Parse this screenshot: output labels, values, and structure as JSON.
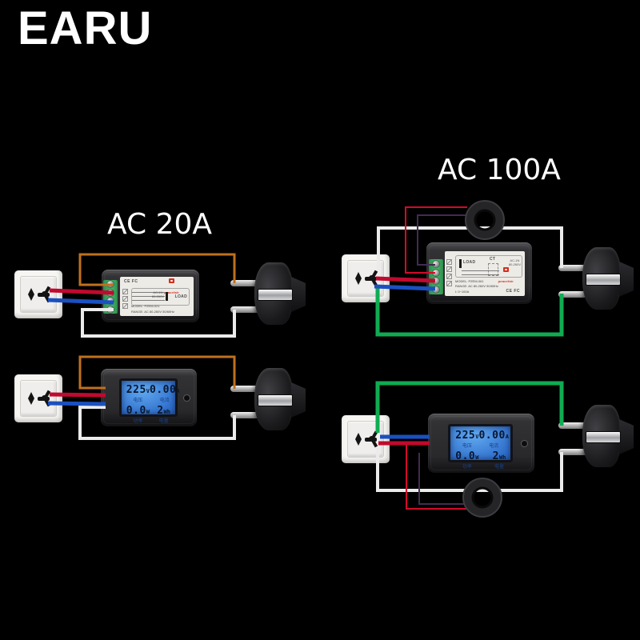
{
  "brand": {
    "logo_text": "EARU"
  },
  "sections": {
    "left_label": "AC 20A",
    "right_label": "AC 100A"
  },
  "colors": {
    "background": "#000000",
    "wire_orange": "#c0701e",
    "wire_white": "#ebebeb",
    "wire_red": "#c00a2e",
    "wire_blue": "#1a50c0",
    "wire_green": "#0fac52",
    "wire_thin_red": "#d40a28",
    "wire_thin_purple": "#432b52",
    "lcd_blue": "#3d86dd",
    "terminal_green": "#3fae62"
  },
  "meter_back_20a": {
    "cert_marks": "CE FC",
    "brand_logo": "peacefair",
    "schematic_load": "LOAD",
    "schematic_rating": "AC-1N\n80-260V",
    "model_line": "MODEL: PZEM-021\nRANGE: AC 80-260V 50/60Hz"
  },
  "meter_back_100a": {
    "schematic_load": "LOAD",
    "schematic_ct": "CT",
    "schematic_rating": "AC-1N\n80-260V",
    "model_line": "MODEL: PZEM-061\nRANGE: AC 80-260V 50/60Hz\nI: 0~100A",
    "brand_logo": "peacefair",
    "cert_marks": "CE FC"
  },
  "lcd": {
    "voltage_value": "225",
    "voltage_unit": "V",
    "voltage_label": "电压",
    "current_value": "0.00",
    "current_unit": "A",
    "current_label": "电流",
    "power_value": "0.0",
    "power_unit": "W",
    "power_label": "功率",
    "energy_value": "2",
    "energy_unit": "Wh",
    "energy_label": "电量"
  }
}
